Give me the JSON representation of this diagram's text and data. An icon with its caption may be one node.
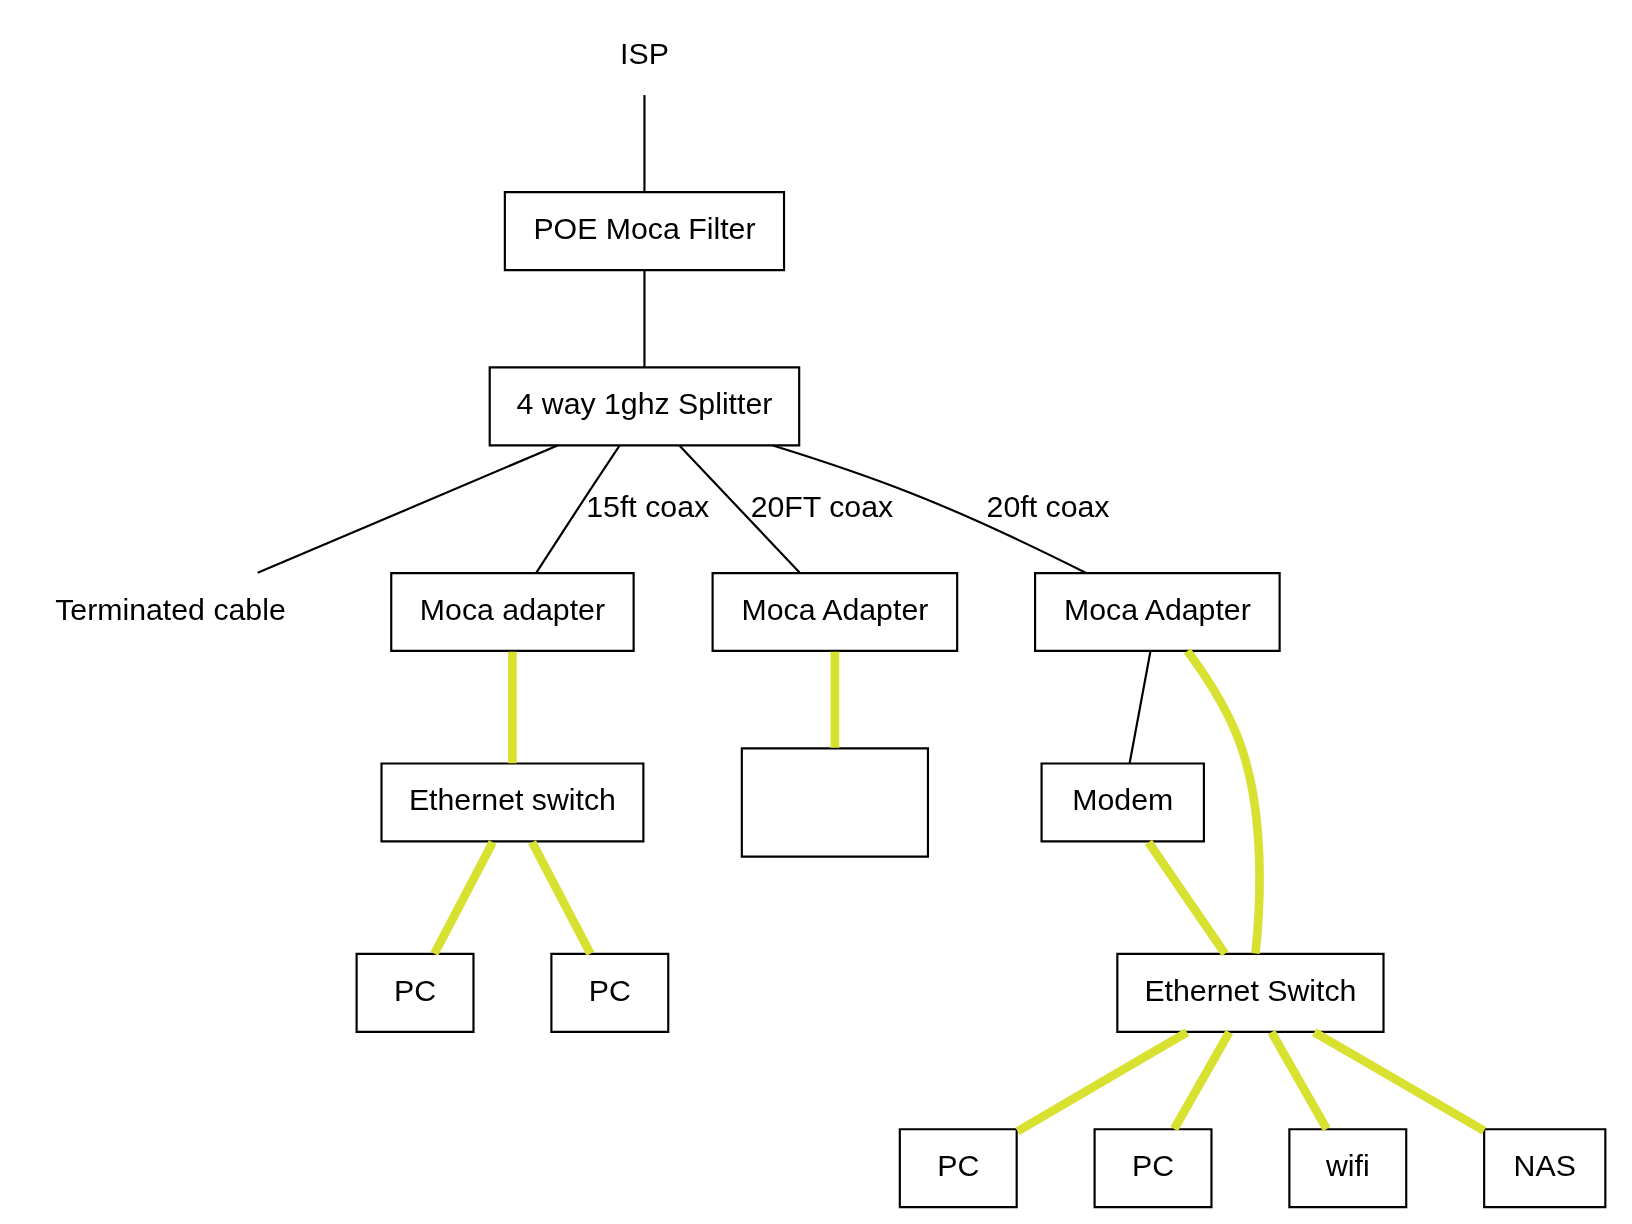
{
  "diagram": {
    "nodes": [
      {
        "text": [
          "ISP"
        ]
      },
      {
        "text": [
          "POE Moca Filter"
        ]
      },
      {
        "text": [
          "4 way 1ghz Splitter"
        ]
      },
      {
        "text": [
          "Terminated cable"
        ]
      },
      {
        "text": [
          "Moca adapter"
        ]
      },
      {
        "text": [
          "Moca Adapter"
        ]
      },
      {
        "text": [
          "Moca Adapter"
        ]
      },
      {
        "text": [
          "Ethernet switch"
        ]
      },
      {
        "text": [
          "PC"
        ]
      },
      {
        "text": [
          "PC"
        ]
      },
      {
        "text": [],
        "shape": "box"
      },
      {
        "text": [
          "Modem"
        ]
      },
      {
        "text": [
          "Ethernet Switch"
        ]
      },
      {
        "text": [
          "PC"
        ]
      },
      {
        "text": [
          "PC"
        ]
      },
      {
        "text": [
          "wifi"
        ]
      },
      {
        "text": [
          "NAS"
        ]
      }
    ],
    "edges": [
      {
        "from": 0,
        "to": 1,
        "arrow": "none",
        "color": "#000000"
      },
      {
        "from": 1,
        "to": 2,
        "arrow": "none",
        "color": "#000000"
      },
      {
        "from": 2,
        "to": 4,
        "arrow": "none",
        "label": "15ft coax",
        "color": "#000000"
      },
      {
        "from": 2,
        "to": 5,
        "arrow": "none",
        "label": "20FT coax",
        "color": "#000000"
      },
      {
        "from": 2,
        "to": 3,
        "arrow": "none",
        "color": "#000000"
      },
      {
        "from": 2,
        "to": 6,
        "arrow": "none",
        "label": "20ft coax",
        "color": "#000000"
      },
      {
        "from": 4,
        "to": 7,
        "arrow": "none",
        "color": "#d8e030"
      },
      {
        "from": 7,
        "to": 8,
        "arrow": "none",
        "color": "#d8e030"
      },
      {
        "from": 7,
        "to": 9,
        "arrow": "none",
        "color": "#d8e030"
      },
      {
        "from": 5,
        "to": 10,
        "arrow": "none",
        "color": "#d8e030"
      },
      {
        "from": 6,
        "to": 11,
        "arrow": "none",
        "color": "#000000"
      },
      {
        "from": 6,
        "to": 12,
        "arrow": "none",
        "color": "#d8e030"
      },
      {
        "from": 11,
        "to": 12,
        "arrow": "none",
        "color": "#d8e030"
      },
      {
        "from": 12,
        "to": 13,
        "arrow": "none",
        "color": "#d8e030"
      },
      {
        "from": 12,
        "to": 14,
        "arrow": "none",
        "color": "#d8e030"
      },
      {
        "from": 12,
        "to": 15,
        "arrow": "none",
        "color": "#d8e030"
      },
      {
        "from": 12,
        "to": 16,
        "arrow": "none",
        "color": "#d8e030"
      }
    ]
  }
}
